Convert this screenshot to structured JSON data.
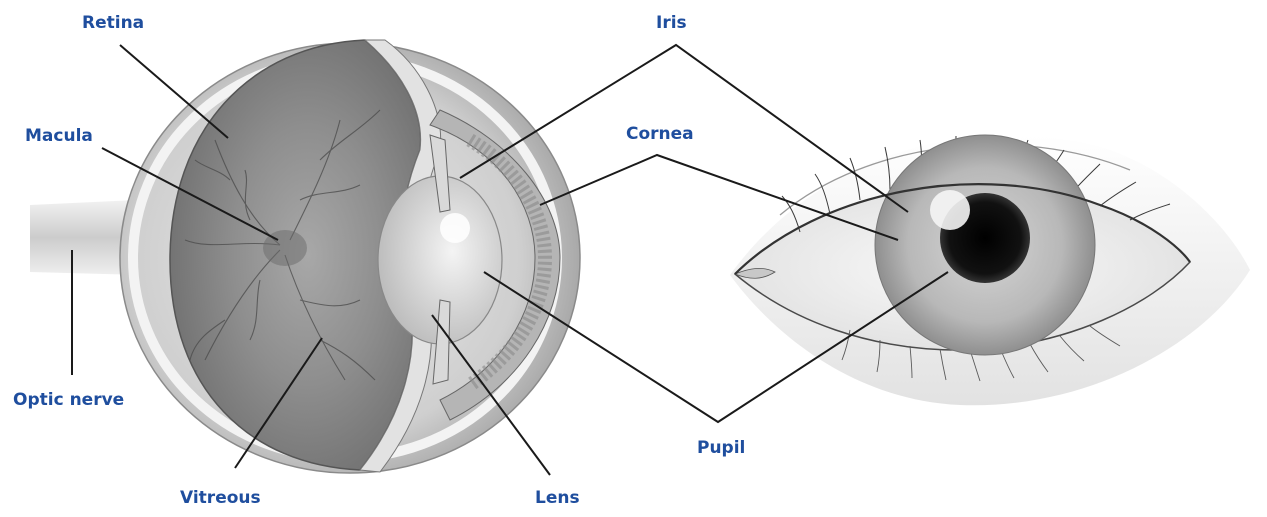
{
  "colors": {
    "label": "#1f4e9e",
    "leader": "#1a1a1a",
    "illustration_dark": "#2a2a2a",
    "illustration_mid": "#9a9a9a",
    "illustration_light": "#e6e6e6"
  },
  "labels": {
    "retina": "Retina",
    "macula": "Macula",
    "optic_nerve": "Optic nerve",
    "vitreous": "Vitreous",
    "lens": "Lens",
    "iris": "Iris",
    "cornea": "Cornea",
    "pupil": "Pupil"
  },
  "illustrations": {
    "left": "cross-section-of-eyeball",
    "right": "external-view-of-eye"
  }
}
